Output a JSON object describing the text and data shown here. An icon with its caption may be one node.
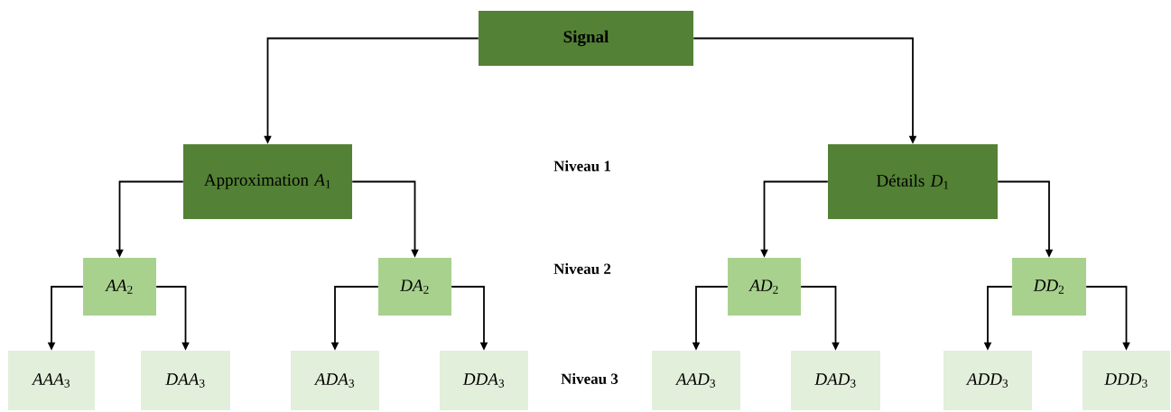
{
  "diagram": {
    "nodes": [
      {
        "text": [
          "**Signal**"
        ]
      },
      {
        "text": [
          "Approximation *A*$_{1}$"
        ]
      },
      {
        "text": [
          "Détails *D*$_{1}$"
        ]
      },
      {
        "text": [
          "*AA*$_{2}$"
        ]
      },
      {
        "text": [
          "*DA*$_{2}$"
        ]
      },
      {
        "text": [
          "*AD*$_{2}$"
        ]
      },
      {
        "text": [
          "*DD*$_{2}$"
        ]
      },
      {
        "text": [
          "*AAA*$_{3}$"
        ]
      },
      {
        "text": [
          "*DAA*$_{3}$"
        ]
      },
      {
        "text": [
          "*ADA*$_{3}$"
        ]
      },
      {
        "text": [
          "*DDA*$_{3}$"
        ]
      },
      {
        "text": [
          "*AAD*$_{3}$"
        ]
      },
      {
        "text": [
          "*DAD*$_{3}$"
        ]
      },
      {
        "text": [
          "*ADD*$_{3}$"
        ]
      },
      {
        "text": [
          "*DDD*$_{3}$"
        ]
      }
    ],
    "edges": [
      {
        "from": 0,
        "to": 1,
        "arrow": "to"
      },
      {
        "from": 0,
        "to": 2,
        "arrow": "to"
      },
      {
        "from": 1,
        "to": 3,
        "arrow": "to"
      },
      {
        "from": 1,
        "to": 4,
        "arrow": "to"
      },
      {
        "from": 2,
        "to": 5,
        "arrow": "to"
      },
      {
        "from": 2,
        "to": 6,
        "arrow": "to"
      },
      {
        "from": 3,
        "to": 7,
        "arrow": "to"
      },
      {
        "from": 3,
        "to": 8,
        "arrow": "to"
      },
      {
        "from": 4,
        "to": 9,
        "arrow": "to"
      },
      {
        "from": 4,
        "to": 10,
        "arrow": "to"
      },
      {
        "from": 5,
        "to": 11,
        "arrow": "to"
      },
      {
        "from": 5,
        "to": 12,
        "arrow": "to"
      },
      {
        "from": 6,
        "to": 13,
        "arrow": "to"
      },
      {
        "from": 6,
        "to": 14,
        "arrow": "to"
      }
    ],
    "labels": [
      "Niveau 1",
      "Niveau 2",
      "Niveau 3"
    ]
  }
}
